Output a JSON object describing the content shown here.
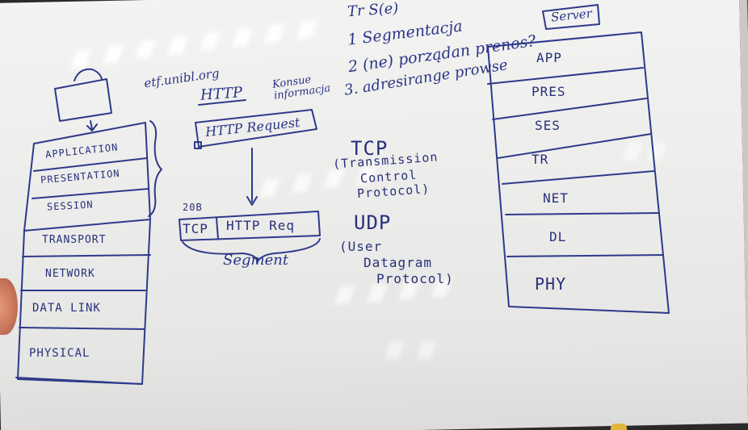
{
  "board": {
    "top_note": "Tr S(e)",
    "list": [
      "1 Segmentacja",
      "2 (ne) porządan prenos?",
      "3. adresirange prowse"
    ],
    "server_label": "Server",
    "url_note": "etf.unibl.org",
    "http_label": "HTTP",
    "konsue_note": "Konsue informacja",
    "http_request": "HTTP Request",
    "size_label": "20B",
    "tcp_cell": "TCP",
    "http_req_cell": "HTTP Req",
    "segment_label": "Segment",
    "tcp_title": "TCP",
    "tcp_expansion": [
      "(Transmission",
      "Control",
      "Protocol)"
    ],
    "udp_title": "UDP",
    "udp_expansion": [
      "(User",
      "Datagram",
      "Protocol)"
    ]
  },
  "osi_left": [
    "APPLICATION",
    "PRESENTATION",
    "SESSION",
    "TRANSPORT",
    "NETWORK",
    "DATA LINK",
    "PHYSICAL"
  ],
  "osi_right": [
    "APP",
    "PRES",
    "SES",
    "TR",
    "NET",
    "DL",
    "PHY"
  ],
  "colors": {
    "ink": "#2a3488",
    "board": "#eeeeec",
    "frame": "#c9c9c9"
  }
}
